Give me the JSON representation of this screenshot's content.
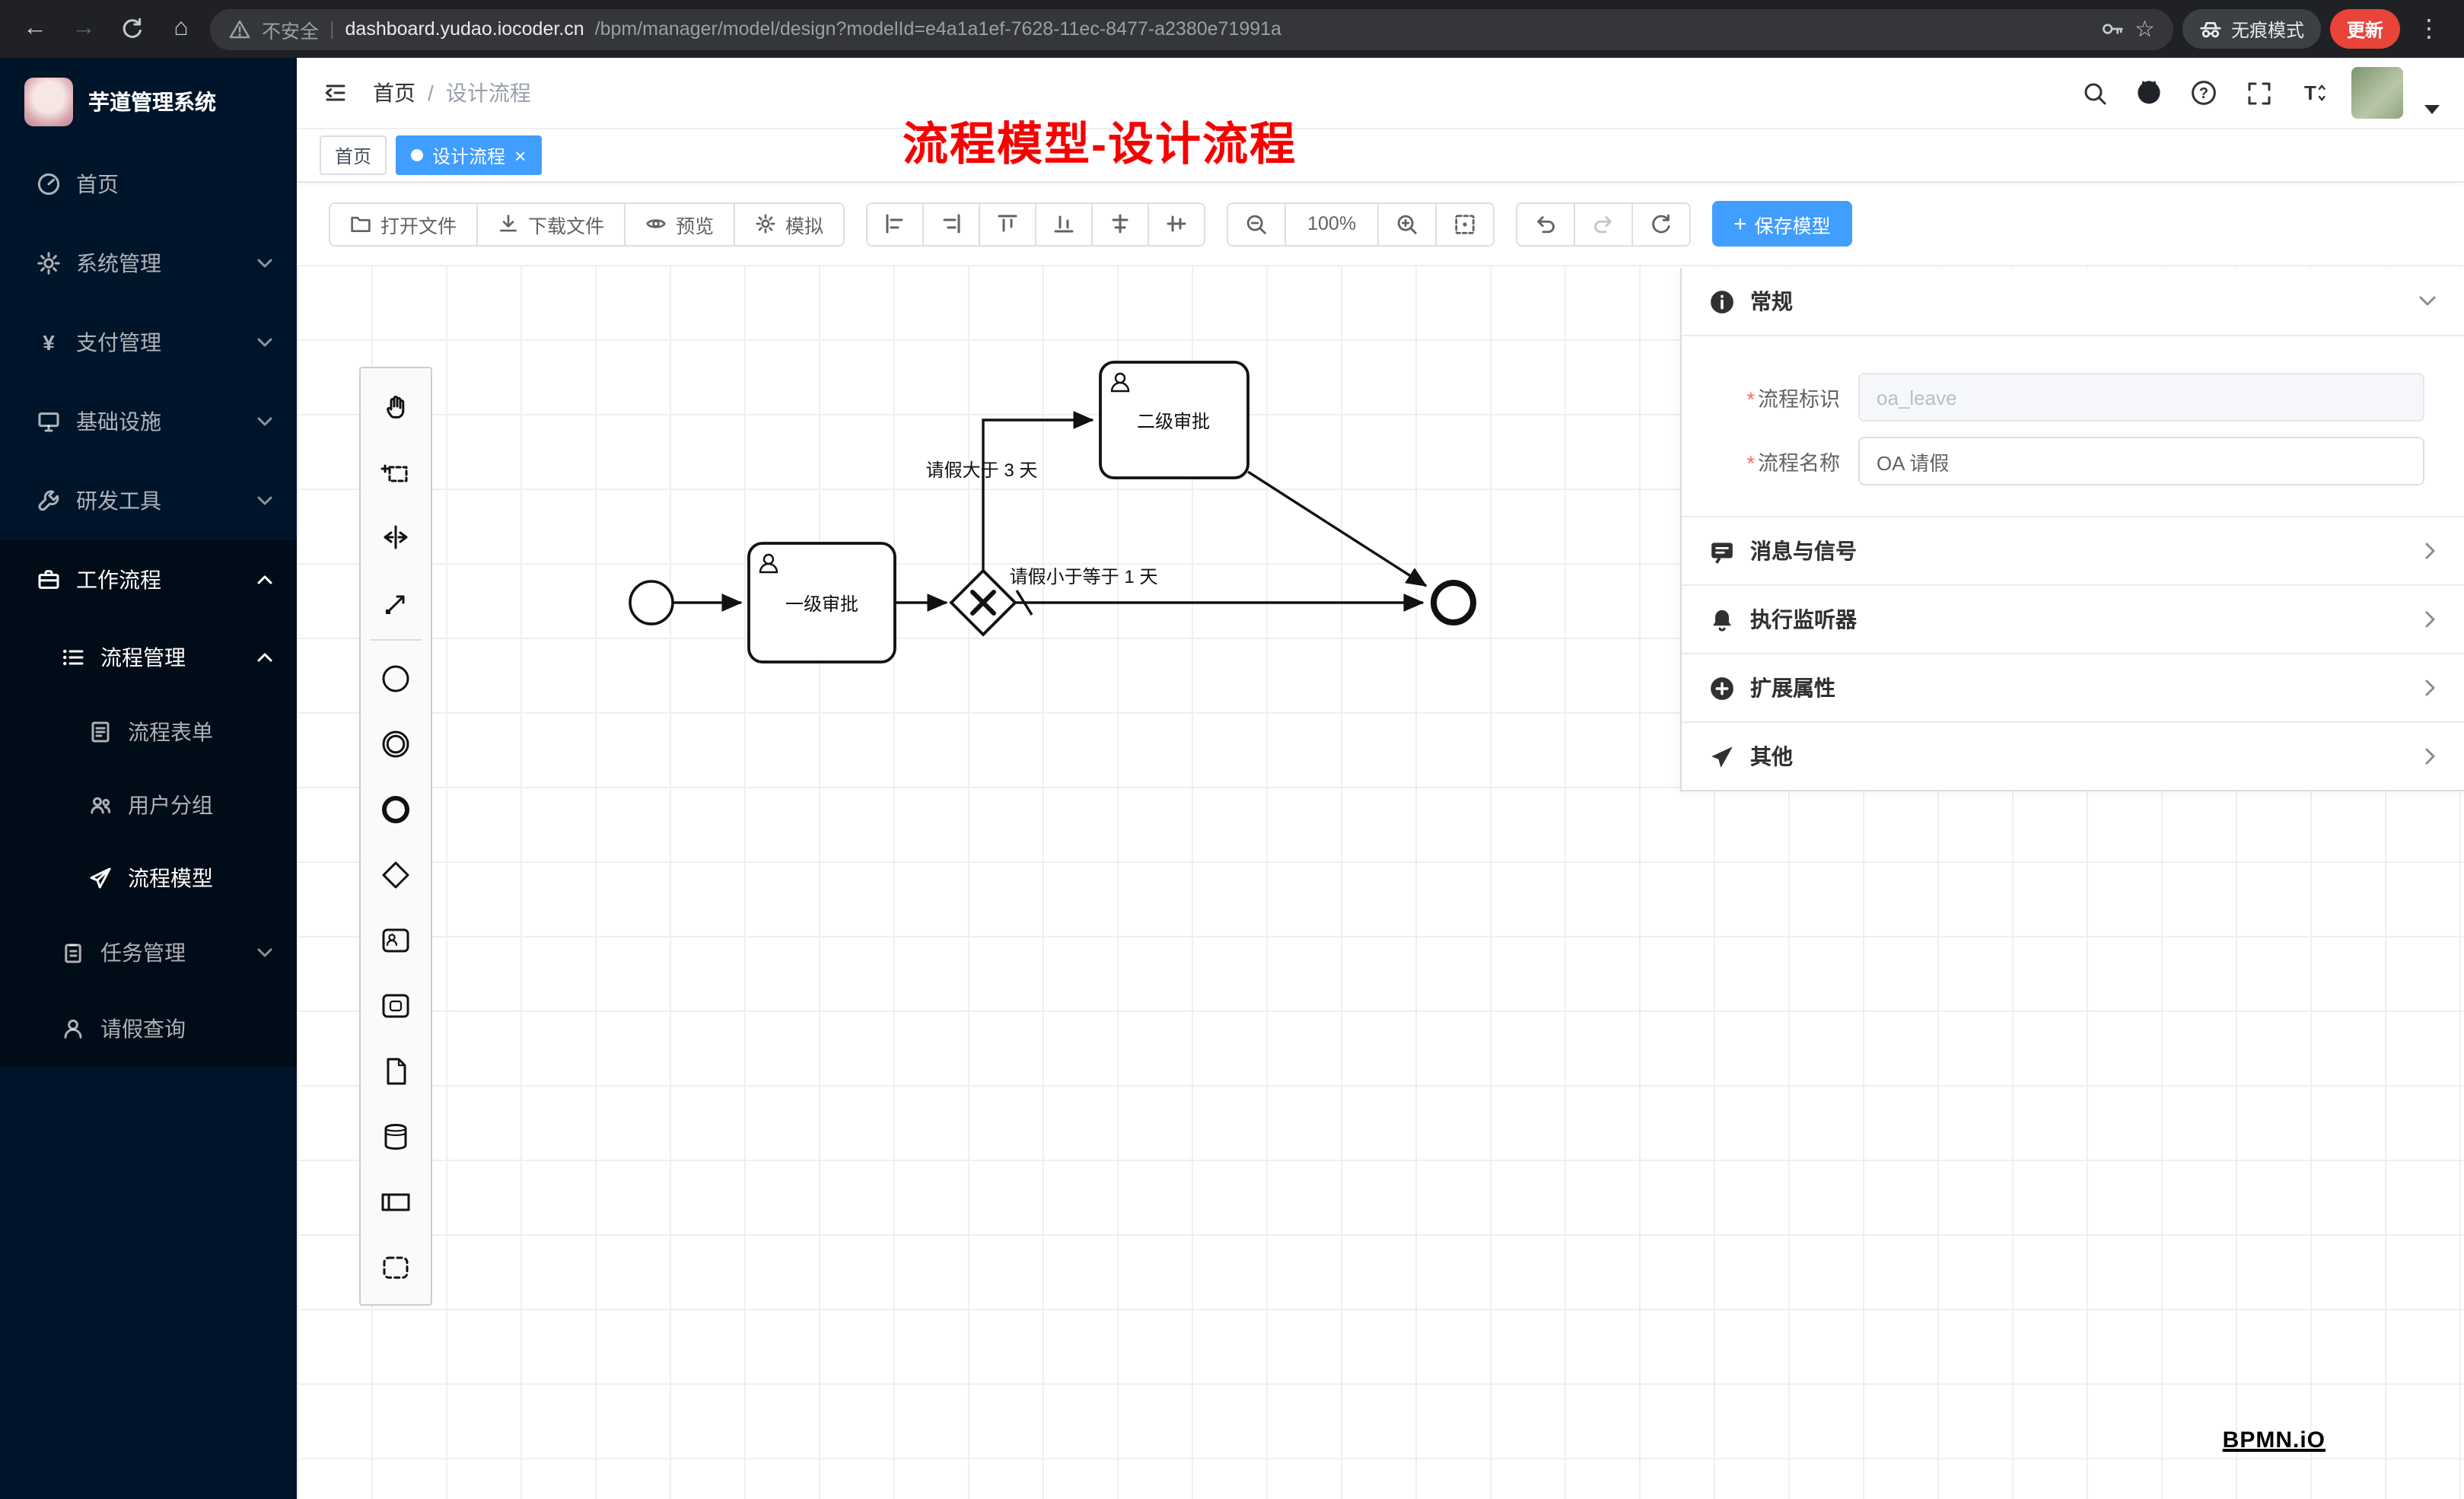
{
  "colors": {
    "accent": "#409eff",
    "sidebar_bg": "#001529",
    "submenu_bg": "#000c17",
    "banner_red": "#f60000",
    "update_red": "#e8443a",
    "chrome_bg": "#202124"
  },
  "browser": {
    "back_glyph": "←",
    "forward_glyph": "→",
    "home_glyph": "⌂",
    "star_glyph": "☆",
    "menu_glyph": "⋮",
    "divider": "|",
    "security": "不安全",
    "url_host": "dashboard.yudao.iocoder.cn",
    "url_path": "/bpm/manager/model/design?modelId=e4a1a1ef-7628-11ec-8477-a2380e71991a",
    "incognito": "无痕模式",
    "update": "更新"
  },
  "sidebar": {
    "title": "芋道管理系统",
    "home": "首页",
    "system": "系统管理",
    "pay": "支付管理",
    "pay_glyph": "¥",
    "infra": "基础设施",
    "dev": "研发工具",
    "workflow": "工作流程",
    "process_mgmt": "流程管理",
    "process_form": "流程表单",
    "user_group": "用户分组",
    "process_model": "流程模型",
    "task_mgmt": "任务管理",
    "leave_query": "请假查询"
  },
  "header": {
    "breadcrumb_home": "首页",
    "breadcrumb_sep": "/",
    "breadcrumb_current": "设计流程",
    "banner": "流程模型-设计流程",
    "help_glyph": "?",
    "fontsize_glyph": "T"
  },
  "tabs": {
    "home": "首页",
    "active": "设计流程",
    "close": "×"
  },
  "toolbar": {
    "open": "打开文件",
    "download": "下载文件",
    "preview": "预览",
    "simulate": "模拟",
    "zoom": "100%",
    "save_plus": "+",
    "save": "保存模型"
  },
  "diagram": {
    "task1": "一级审批",
    "task2": "二级审批",
    "label_gt": "请假大于 3 天",
    "label_le": "请假小于等于 1 天"
  },
  "panel": {
    "general": "常规",
    "required_mark": "*",
    "field_key_label": "流程标识",
    "field_key_value": "oa_leave",
    "field_name_label": "流程名称",
    "field_name_value": "OA 请假",
    "messages": "消息与信号",
    "listeners": "执行监听器",
    "extensions": "扩展属性",
    "other": "其他"
  },
  "watermark": "BPMN.iO"
}
